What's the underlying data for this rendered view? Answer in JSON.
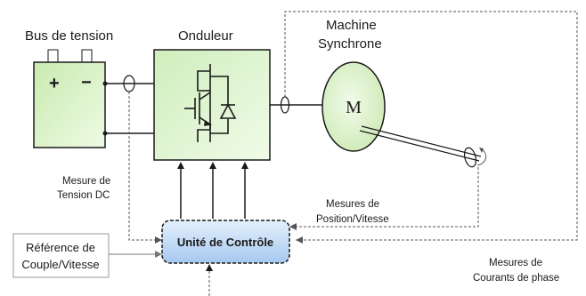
{
  "labels": {
    "battery_title": "Bus de tension",
    "inverter_title": "Onduleur",
    "machine_title_1": "Machine",
    "machine_title_2": "Synchrone",
    "motor_symbol": "M",
    "battery_plus": "+",
    "battery_minus": "−",
    "dc_voltage_1": "Mesure de",
    "dc_voltage_2": "Tension DC",
    "position_1": "Mesures de",
    "position_2": "Position/Vitesse",
    "control_unit": "Unité de Contrôle",
    "reference_1": "Référence de",
    "reference_2": "Couple/Vitesse",
    "phase_currents_1": "Mesures de",
    "phase_currents_2": "Courants de phase"
  },
  "colors": {
    "green_fill": "#d7f0c4",
    "green_fill_light": "#eaf8df",
    "motor_fill": "#dff2cf",
    "control_fill_top": "#d6e8fb",
    "control_fill_bottom": "#a9cdf2",
    "stroke": "#1a1a1a",
    "signal_line": "#555555"
  }
}
